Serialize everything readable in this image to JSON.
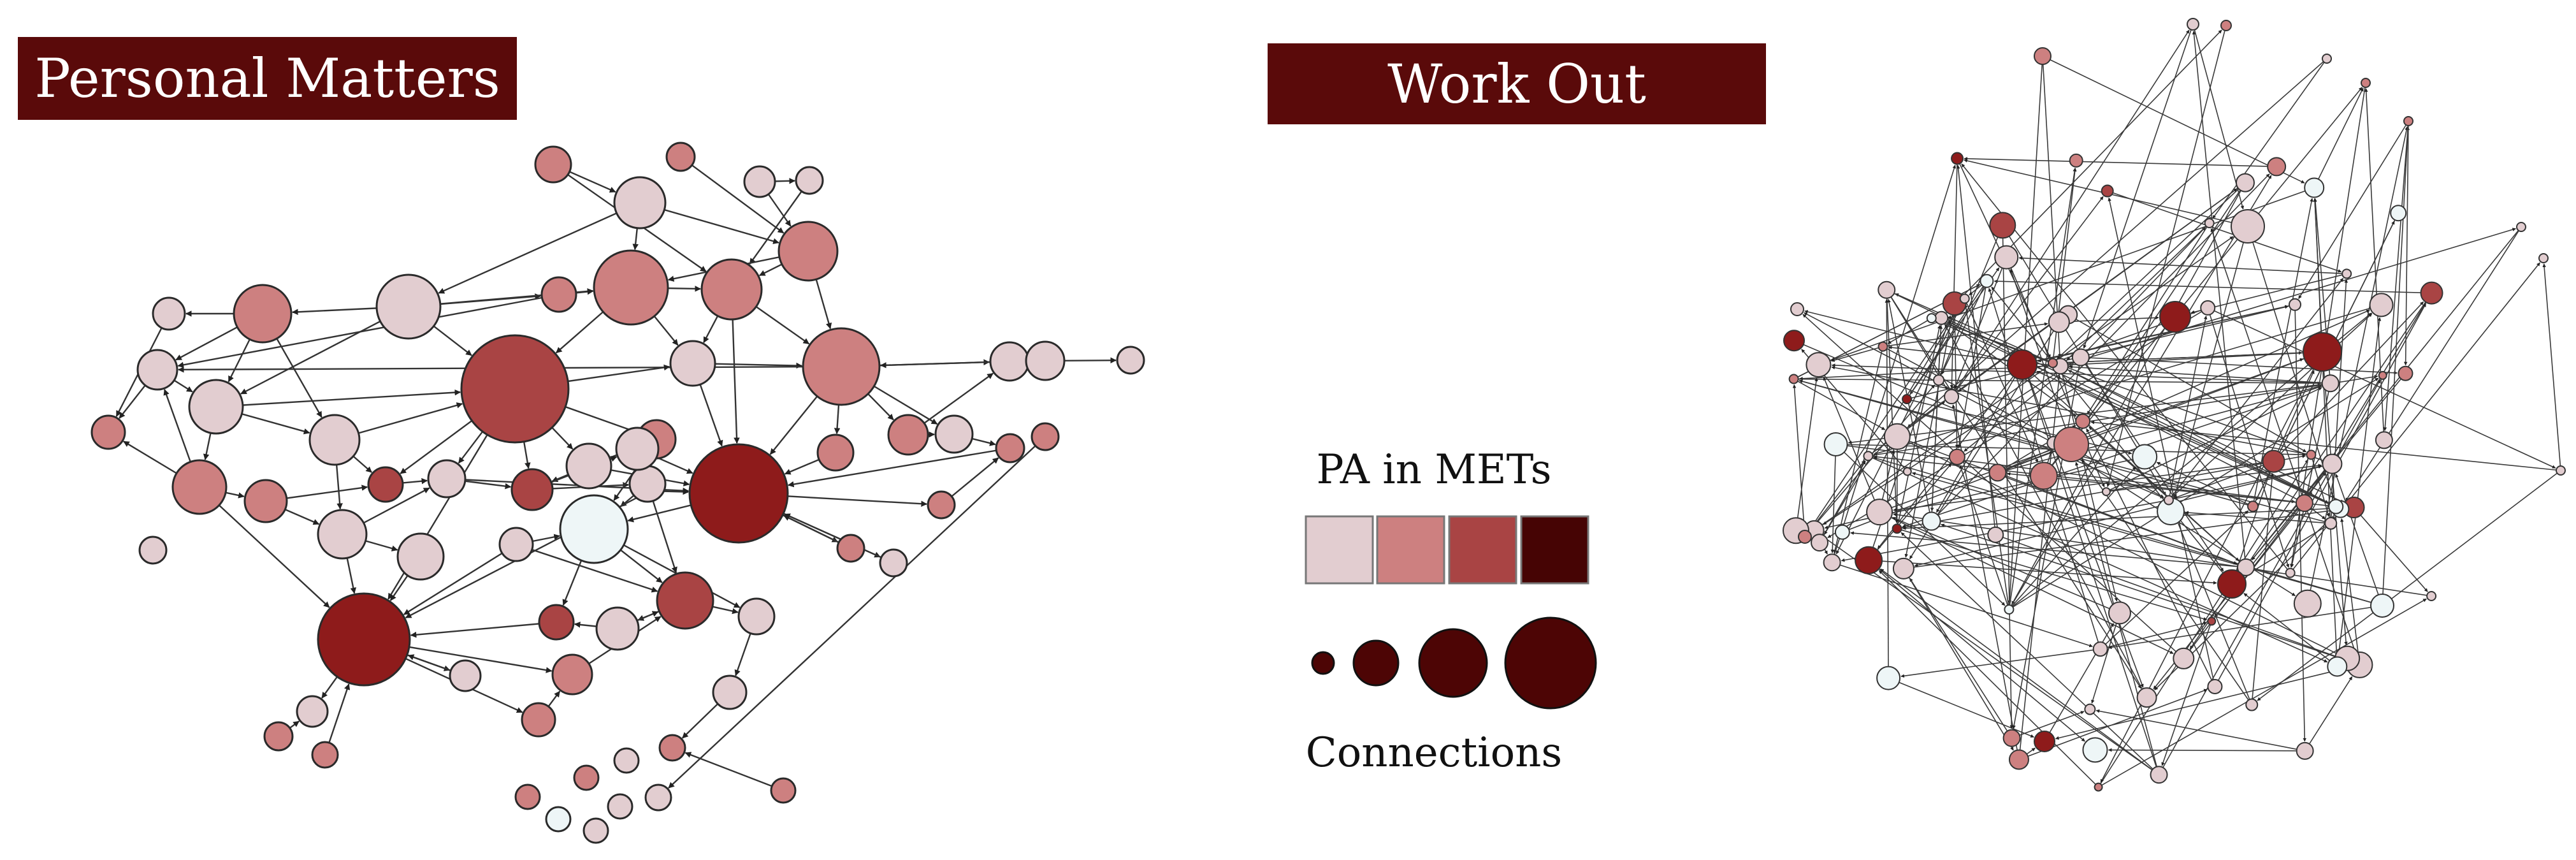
{
  "panels": {
    "left_title": "Personal Matters",
    "right_title": "Work Out"
  },
  "legend": {
    "pa_label": "PA in METs",
    "connections_label": "Connections",
    "pa_colors": [
      "#e2cdd0",
      "#cd8080",
      "#a94444",
      "#460404"
    ],
    "connection_color": "#4d0505",
    "connection_levels": 4
  },
  "colors": {
    "title_bg": "#5a0a0a",
    "title_text": "#ffffff",
    "edge": "#333333",
    "node_stroke": "#2a2a2a",
    "lightest_node": "#eef6f7"
  }
}
